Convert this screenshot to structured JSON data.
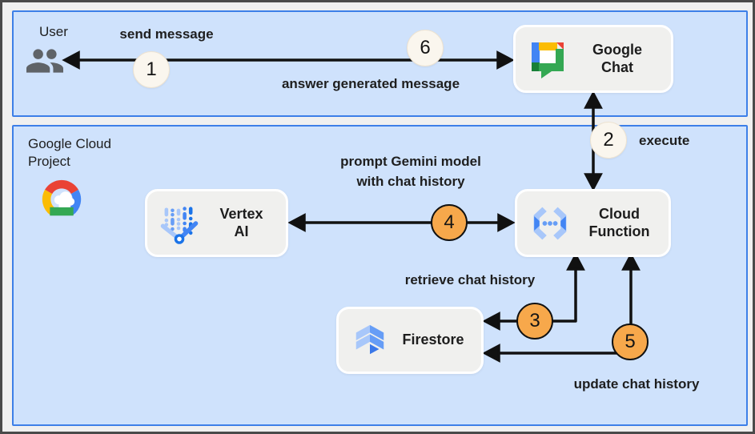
{
  "lanes": {
    "user": {
      "label": "User"
    },
    "google_cloud_project": {
      "label_line1": "Google Cloud",
      "label_line2": "Project"
    }
  },
  "nodes": {
    "google_chat": {
      "line1": "Google",
      "line2": "Chat"
    },
    "vertex_ai": {
      "line1": "Vertex",
      "line2": "AI"
    },
    "cloud_function": {
      "line1": "Cloud",
      "line2": "Function"
    },
    "firestore": {
      "label": "Firestore"
    }
  },
  "steps": [
    {
      "number": "1",
      "label": "send message",
      "circle_style": "cream"
    },
    {
      "number": "2",
      "label": "execute",
      "circle_style": "cream"
    },
    {
      "number": "3",
      "label": "retrieve chat history",
      "circle_style": "orange"
    },
    {
      "number": "4",
      "label_line1": "prompt Gemini model",
      "label_line2": "with chat history",
      "circle_style": "orange"
    },
    {
      "number": "5",
      "label": "update chat history",
      "circle_style": "orange"
    },
    {
      "number": "6",
      "label": "answer generated message",
      "circle_style": "cream"
    }
  ],
  "icons": {
    "user": "people-icon",
    "google_cloud_project": "google-cloud-icon",
    "google_chat": "google-chat-icon",
    "vertex_ai": "vertex-ai-icon",
    "cloud_function": "cloud-functions-icon",
    "firestore": "firestore-icon"
  },
  "colors": {
    "lane_fill": "#CFE2FC",
    "lane_border": "#3D7FE8",
    "node_fill": "#F0F0EE",
    "step_circle_cream": "#FAF6EE",
    "step_circle_orange": "#F7A84B",
    "arrow": "#111111",
    "google_blue": "#4285F4",
    "google_red": "#EA4335",
    "google_yellow": "#FBBC04",
    "google_green": "#34A853"
  }
}
